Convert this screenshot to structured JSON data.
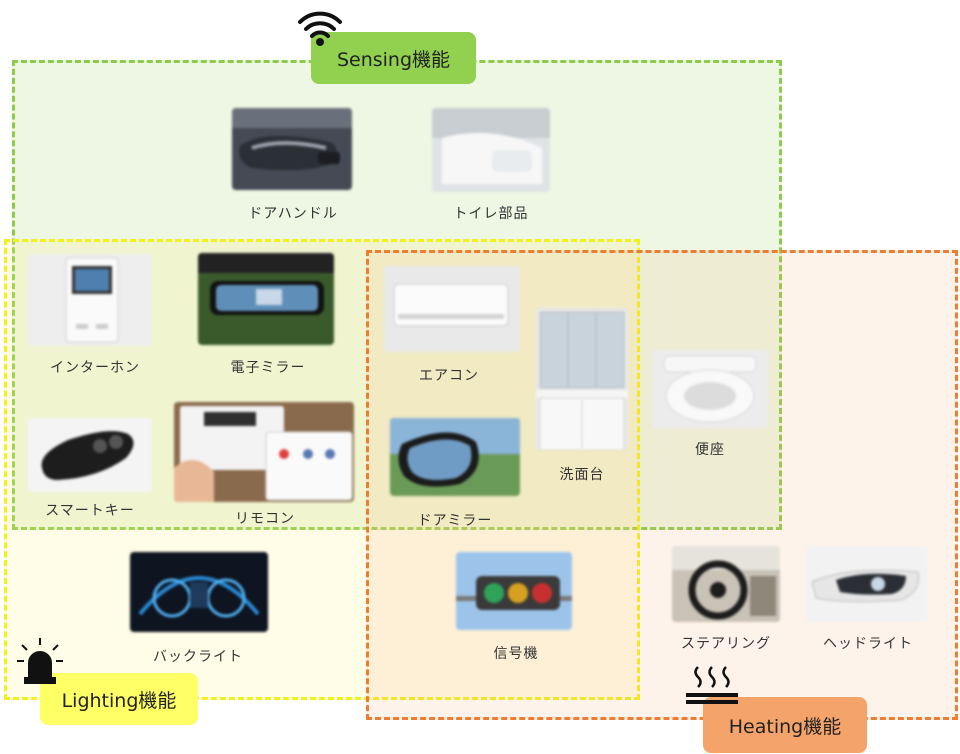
{
  "regions": {
    "sensing": {
      "label": "Sensing機能",
      "color": "#92d050"
    },
    "lighting": {
      "label": "Lighting機能",
      "color": "#ffff66"
    },
    "heating": {
      "label": "Heating機能",
      "color": "#f4a46a"
    }
  },
  "items": {
    "door_handle": "ドアハンドル",
    "toilet_part": "トイレ部品",
    "intercom": "インターホン",
    "e_mirror": "電子ミラー",
    "air_con": "エアコン",
    "vanity": "洗面台",
    "toilet_seat": "便座",
    "smart_key": "スマートキー",
    "remote": "リモコン",
    "door_mirror": "ドアミラー",
    "backlight": "バックライト",
    "signal": "信号機",
    "steering": "ステアリング",
    "headlight": "ヘッドライト"
  },
  "icons": {
    "sensing": "wifi-signal-icon",
    "lighting": "siren-light-icon",
    "heating": "heat-plate-icon"
  }
}
